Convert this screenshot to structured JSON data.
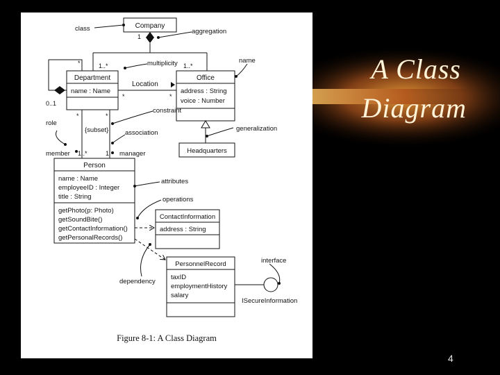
{
  "slide": {
    "title_line1": "A Class",
    "title_line2": "Diagram",
    "page_number": "4",
    "accent_color": "#c8701e"
  },
  "figure": {
    "caption": "Figure 8-1: A Class Diagram",
    "classes": {
      "company": {
        "name": "Company"
      },
      "department": {
        "name": "Department",
        "attributes": [
          "name : Name"
        ]
      },
      "office": {
        "name": "Office",
        "attributes": [
          "address : String",
          "voice : Number"
        ]
      },
      "headquarters": {
        "name": "Headquarters"
      },
      "person": {
        "name": "Person",
        "attributes": [
          "name : Name",
          "employeeID : Integer",
          "title : String"
        ],
        "operations": [
          "getPhoto(p: Photo)",
          "getSoundBite()",
          "getContactInformation()",
          "getPersonalRecords()"
        ]
      },
      "contact_information": {
        "name": "ContactInformation",
        "attributes": [
          "address : String"
        ]
      },
      "personnel_record": {
        "name": "PersonnelRecord",
        "attributes": [
          "taxID",
          "employmentHistory",
          "salary"
        ]
      }
    },
    "interface_name": "ISecureInformation",
    "association_label": "Location",
    "constraint_label": "{subset}",
    "multiplicities": {
      "company_dept_whole": "1",
      "company_dept_part": "1..*",
      "company_office_part": "1..*",
      "dept_self_top": "*",
      "dept_self_bottom": "0..1",
      "dept_location": "*",
      "office_location": "*",
      "dept_member_star": "*",
      "dept_manager_star": "*",
      "person_member": "1..*",
      "person_manager": "1"
    },
    "roles": {
      "member": "member",
      "manager": "manager"
    },
    "callouts": {
      "class": "class",
      "aggregation": "aggregation",
      "multiplicity": "multiplicity",
      "name": "name",
      "constraint": "constraint",
      "generalization": "generalization",
      "role": "role",
      "association": "association",
      "attributes": "attributes",
      "operations": "operations",
      "interface": "interface",
      "dependency": "dependency"
    }
  }
}
